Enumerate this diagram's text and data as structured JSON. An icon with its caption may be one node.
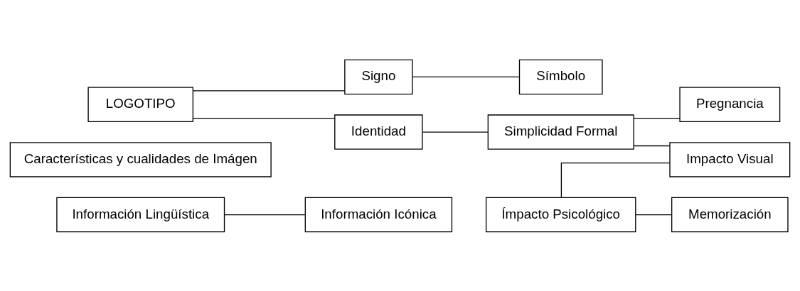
{
  "diagram": {
    "nodes": [
      {
        "text": [
          "Información Lingüística"
        ]
      },
      {
        "text": [
          "Información Icónica"
        ]
      },
      {
        "text": [
          "Características y cualidades de Imágen"
        ]
      },
      {
        "text": [
          "Símbolo"
        ]
      },
      {
        "text": [
          "Ímpacto Psicológico"
        ]
      },
      {
        "text": [
          "Memorización"
        ]
      },
      {
        "text": [
          "LOGOTIPO"
        ]
      },
      {
        "text": [
          "Signo"
        ]
      },
      {
        "text": [
          "Identidad"
        ]
      },
      {
        "text": [
          "Impacto Visual"
        ]
      },
      {
        "text": [
          "Simplicidad Formal"
        ]
      },
      {
        "text": [
          "Pregnancia"
        ]
      }
    ],
    "edges": [
      {
        "from": 0,
        "to": 1,
        "arrow": "none"
      },
      {
        "from": 6,
        "to": 7,
        "arrow": "none"
      },
      {
        "from": 6,
        "to": 8,
        "arrow": "none"
      },
      {
        "from": 7,
        "to": 3,
        "arrow": "none"
      },
      {
        "from": 4,
        "to": 5,
        "arrow": "none"
      },
      {
        "from": 4,
        "to": 9,
        "arrow": "none"
      },
      {
        "from": 8,
        "to": 10,
        "arrow": "none"
      },
      {
        "from": 10,
        "to": 9,
        "arrow": "none"
      },
      {
        "from": 10,
        "to": 11,
        "arrow": "none"
      }
    ]
  }
}
